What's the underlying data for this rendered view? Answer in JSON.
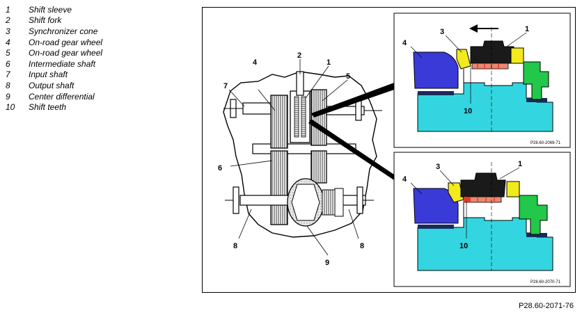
{
  "legend": {
    "items": [
      {
        "num": "1",
        "label": "Shift sleeve"
      },
      {
        "num": "2",
        "label": "Shift fork"
      },
      {
        "num": "3",
        "label": "Synchronizer cone"
      },
      {
        "num": "4",
        "label": "On-road gear wheel"
      },
      {
        "num": "5",
        "label": "On-road gear wheel"
      },
      {
        "num": "6",
        "label": "Intermediate shaft"
      },
      {
        "num": "7",
        "label": "Input shaft"
      },
      {
        "num": "8",
        "label": "Output shaft"
      },
      {
        "num": "9",
        "label": "Center differential"
      },
      {
        "num": "10",
        "label": "Shift teeth"
      }
    ]
  },
  "figure": {
    "code": "P28.60-2071-76",
    "main_callouts": {
      "c1": "1",
      "c2": "2",
      "c4": "4",
      "c5": "5",
      "c6": "6",
      "c7": "7",
      "c8a": "8",
      "c8b": "8",
      "c9": "9"
    },
    "detail_top": {
      "code": "P28.60-2069-71",
      "callouts": {
        "c1": "1",
        "c3": "3",
        "c4": "4",
        "c10": "10"
      }
    },
    "detail_bottom": {
      "code": "P28.60-2070-71",
      "callouts": {
        "c1": "1",
        "c3": "3",
        "c4": "4",
        "c10": "10"
      }
    }
  },
  "colors": {
    "gear_blue": "#3a3ad8",
    "housing_cyan": "#33d6e0",
    "cone_yellow": "#f2ea1c",
    "sleeve_black": "#1a1a1a",
    "green": "#22c84a",
    "teeth_red": "#e23a2a"
  }
}
